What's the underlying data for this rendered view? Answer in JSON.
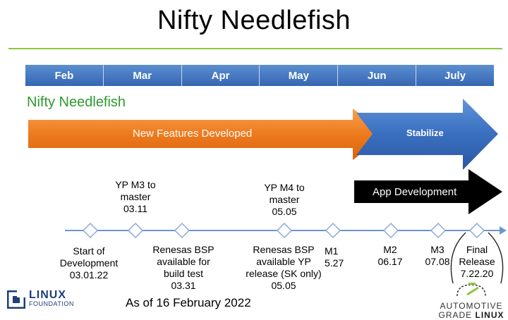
{
  "title": "Nifty Needlefish",
  "months": [
    "Feb",
    "Mar",
    "Apr",
    "May",
    "Jun",
    "July"
  ],
  "release_name": "Nifty Needlefish",
  "phases": {
    "features": "New Features Developed",
    "stabilize": "Stabilize",
    "app_dev": "App Development"
  },
  "milestones_above": [
    {
      "lines": [
        "YP M3 to",
        "master",
        "03.11"
      ]
    },
    {
      "lines": [
        "YP M4 to",
        "master",
        "05.05"
      ]
    }
  ],
  "milestones_below": [
    {
      "lines": [
        "Start of",
        "Development",
        "03.01.22"
      ]
    },
    {
      "lines": [
        "Renesas BSP",
        "available for",
        "build test",
        "03.31"
      ]
    },
    {
      "lines": [
        "Renesas BSP",
        "available YP",
        "release (SK only)",
        "05.05"
      ]
    },
    {
      "lines": [
        "M1",
        "5.27"
      ]
    },
    {
      "lines": [
        "M2",
        "06.17"
      ]
    },
    {
      "lines": [
        "M3",
        "07.08"
      ]
    },
    {
      "lines": [
        "Final",
        "Release",
        "7.22.20"
      ]
    }
  ],
  "as_of": "As of 16 February 2022",
  "logos": {
    "lf_line1": "LINUX",
    "lf_line2": "FOUNDATION",
    "agl_line1": "AUTOMOTIVE",
    "agl_line2a": "GRADE ",
    "agl_line2b": "LINUX"
  },
  "colors": {
    "accent_green": "#8dc63f",
    "release_green": "#2e9b2e",
    "month_blue": "#3566b3",
    "feature_orange": "#ee7a1e",
    "stabilize_blue": "#3a6fbf",
    "app_black": "#000000",
    "timeline_blue": "#5b8fd0"
  },
  "icons": {
    "lf": "linux-foundation-logo-icon",
    "agl": "automotive-grade-linux-logo-icon",
    "milestone": "diamond-marker-icon"
  }
}
